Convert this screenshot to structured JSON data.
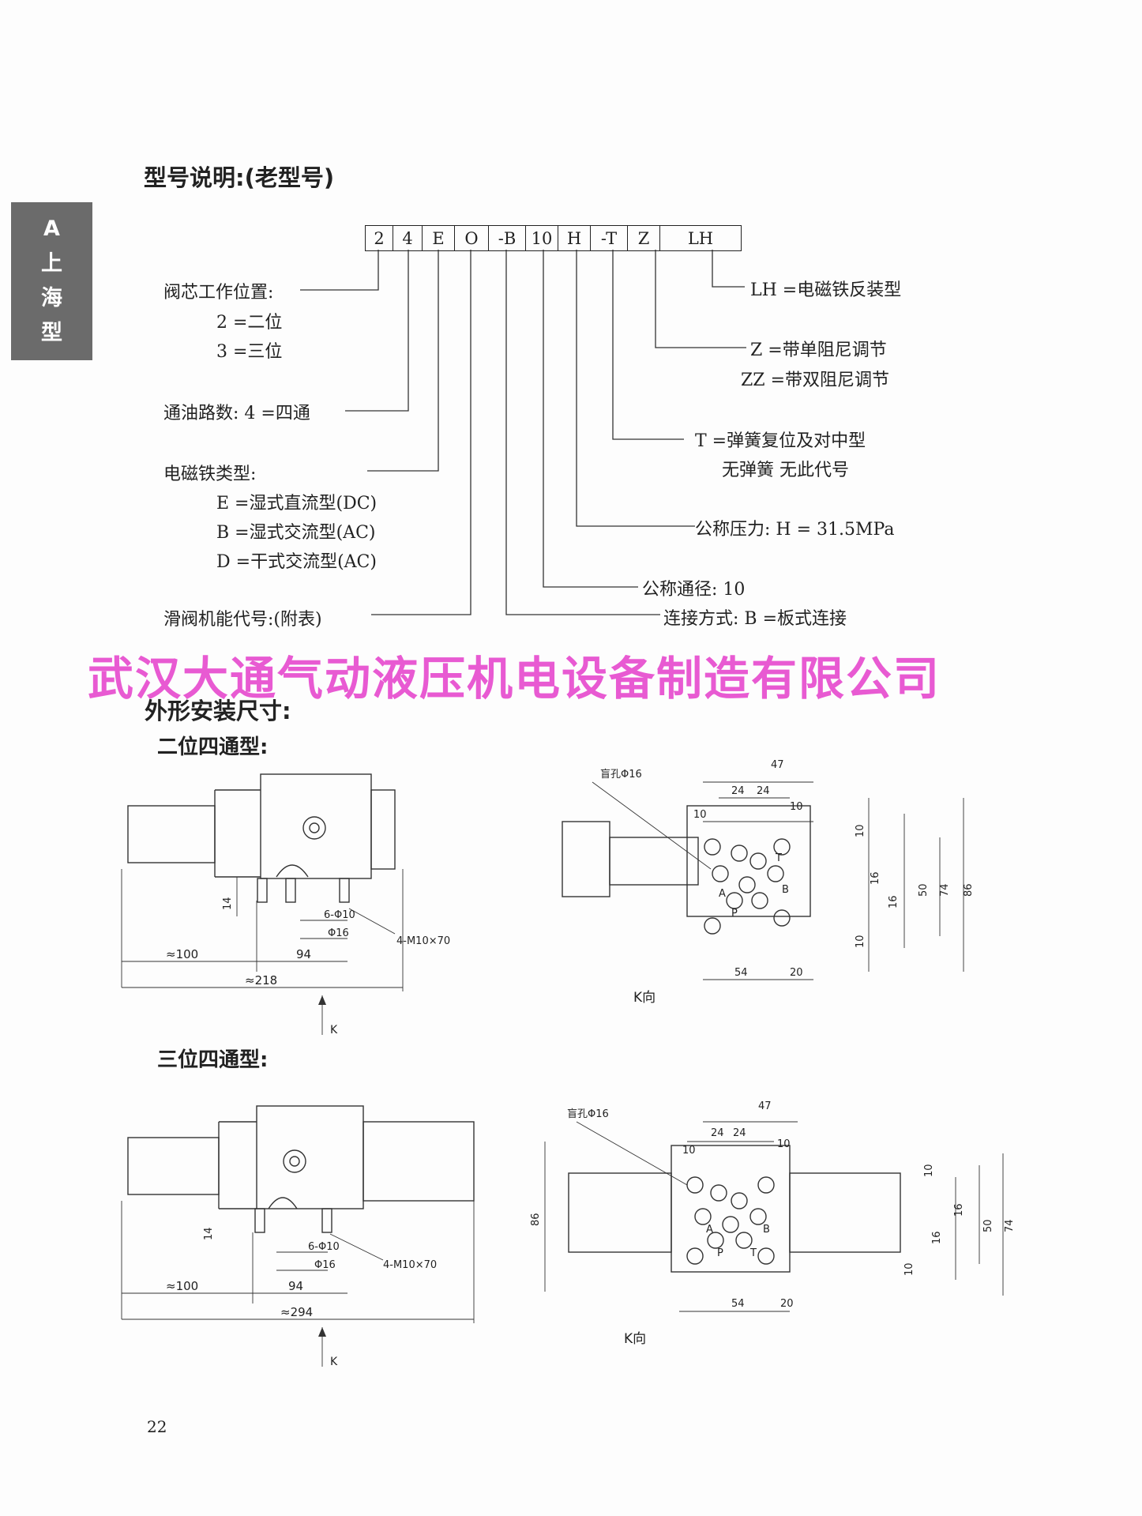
{
  "side_tab": {
    "letter": "A",
    "line1": "上",
    "line2": "海",
    "line3": "型"
  },
  "title_model": "型号说明:(老型号)",
  "code": [
    "2",
    "4",
    "E",
    "O",
    "-B",
    "10",
    "H",
    "-T",
    "Z",
    "LH"
  ],
  "left_labels": {
    "spool_position": "阀芯工作位置:",
    "pos2": "2 =二位",
    "pos3": "3 =三位",
    "ports": "通油路数: 4 =四通",
    "solenoid_type": "电磁铁类型:",
    "e": "E =湿式直流型(DC)",
    "b": "B =湿式交流型(AC)",
    "d": "D =干式交流型(AC)",
    "spool_function": "滑阀机能代号:(附表)"
  },
  "right_labels": {
    "lh": "LH =电磁铁反装型",
    "z": "Z =带单阻尼调节",
    "zz": "ZZ =带双阻尼调节",
    "t": "T =弹簧复位及对中型",
    "t2": "无弹簧  无此代号",
    "h": "公称压力: H = 31.5MPa",
    "dn": "公称通径: 10",
    "conn": "连接方式: B =板式连接"
  },
  "watermark": "武汉大通气动液压机电设备制造有限公司",
  "title_dims": "外形安装尺寸:",
  "sub_2pos": "二位四通型:",
  "sub_3pos": "三位四通型:",
  "fig1": {
    "d14": "14",
    "d6": "6-Φ10",
    "d16": "Φ16",
    "screw": "4-M10×70",
    "d100": "≈100",
    "d94": "94",
    "d218": "≈218",
    "k": "K"
  },
  "fig2": {
    "blind": "盲孔Φ16",
    "d47": "47",
    "d24a": "24",
    "d24b": "24",
    "d10a": "10",
    "d10b": "10",
    "d10c": "10",
    "d16a": "16",
    "d16b": "16",
    "d50": "50",
    "d74": "74",
    "d86": "86",
    "d10d": "10",
    "d54": "54",
    "d20": "20",
    "kview": "K向",
    "pA": "A",
    "pP": "P",
    "pT": "T",
    "pB": "B"
  },
  "fig3": {
    "d14": "14",
    "d6": "6-Φ10",
    "d16": "Φ16",
    "screw": "4-M10×70",
    "d100": "≈100",
    "d94": "94",
    "d294": "≈294",
    "k": "K"
  },
  "fig4": {
    "blind": "盲孔Φ16",
    "d47": "47",
    "d24a": "24",
    "d24b": "24",
    "d10a": "10",
    "d10b": "10",
    "d86": "86",
    "d10c": "10",
    "d16a": "16",
    "d16b": "16",
    "d50": "50",
    "d74": "74",
    "d10d": "10",
    "d54": "54",
    "d20": "20",
    "kview": "K向",
    "pA": "A",
    "pP": "P",
    "pT": "T",
    "pB": "B"
  },
  "page_number": "22"
}
